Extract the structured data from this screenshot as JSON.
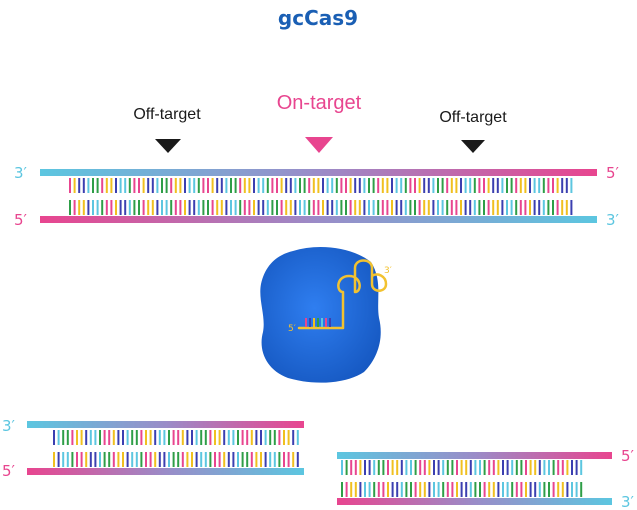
{
  "title": "gcCas9",
  "labels": {
    "off_target_left": "Off-target",
    "on_target": "On-target",
    "off_target_right": "Off-target"
  },
  "ends": {
    "three_prime": "3′",
    "five_prime": "5′"
  },
  "colors": {
    "title": "#1a5fb4",
    "pink": "#e8458f",
    "cyan": "#5cc6e0",
    "purple": "#9a8cc8",
    "black": "#1a1a1a",
    "protein": "#1f68d9",
    "rna": "#f2c230",
    "base_colors": [
      "#e8458f",
      "#3b3fb0",
      "#2e9e47",
      "#f0c020",
      "#5cc6e0"
    ]
  },
  "diagram": {
    "top_duplex": "intact DNA duplex with two off-target sites and one on-target site marked by triangles",
    "protein": "gcCas9 protein bound to guide RNA (5′ to 3′) with hairpin loops",
    "bottom_duplexes": "cleaved DNA: two separate duplex fragments"
  }
}
